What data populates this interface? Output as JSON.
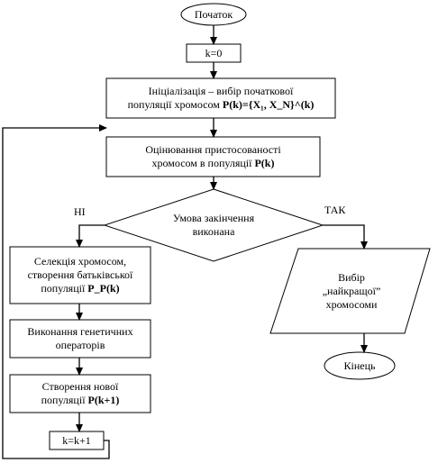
{
  "flowchart": {
    "start": "Початок",
    "init_counter": "k=0",
    "init_line1": "Ініціалізація – вибір початкової",
    "init_line2_text": "популяції хромосом ",
    "init_formula": "P(k)={X₁, X_N}^(k)",
    "evaluate_line1": "Оцінювання пристосованості",
    "evaluate_line2_text": "хромосом в популяції ",
    "evaluate_formula": "P(k)",
    "condition_line1": "Умова закінчення",
    "condition_line2": "виконана",
    "branch_no": "НІ",
    "branch_yes": "ТАК",
    "selection_line1": "Селекція хромосом,",
    "selection_line2": "створення батьківської",
    "selection_line3_text": "популяції ",
    "selection_formula": "P_P(k)",
    "genetic_line1": "Виконання генетичних",
    "genetic_line2": "операторів",
    "newpop_line1": "Створення нової",
    "newpop_line2_text": "популяції ",
    "newpop_formula": "P(k+1)",
    "increment": "k=k+1",
    "best_line1": "Вибір",
    "best_line2": "„найкращої”",
    "best_line3": "хромосоми",
    "end": "Кінець"
  }
}
